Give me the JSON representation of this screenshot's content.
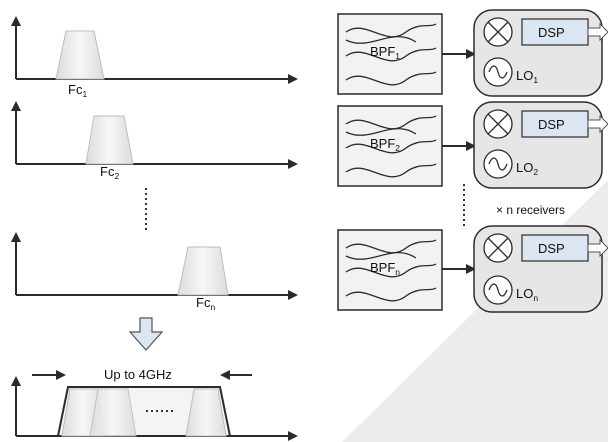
{
  "spectra": [
    {
      "label": "Fc",
      "sub": "1"
    },
    {
      "label": "Fc",
      "sub": "2"
    },
    {
      "label": "Fc",
      "sub": "n"
    }
  ],
  "combined": {
    "label": "Up to 4GHz"
  },
  "receivers": [
    {
      "bpf": "BPF",
      "bpf_sub": "1",
      "dsp": "DSP",
      "lo": "LO",
      "lo_sub": "1"
    },
    {
      "bpf": "BPF",
      "bpf_sub": "2",
      "dsp": "DSP",
      "lo": "LO",
      "lo_sub": "2"
    },
    {
      "bpf": "BPF",
      "bpf_sub": "n",
      "dsp": "DSP",
      "lo": "LO",
      "lo_sub": "n"
    }
  ],
  "multiplier": {
    "label": "× n receivers"
  },
  "colors": {
    "line": "#2b2b2b",
    "box_fill": "#f2f2f2",
    "module_fill": "#e6e6e6",
    "dsp_fill": "#dce6f2",
    "background_wedge": "#ededed"
  }
}
